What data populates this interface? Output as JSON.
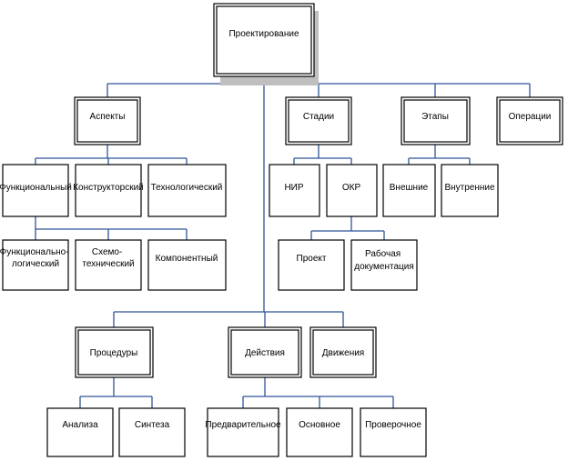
{
  "diagram": {
    "root": "Проектирование",
    "aspects": {
      "title": "Аспекты",
      "level1": [
        "Функциональный",
        "Конструкторский",
        "Технологический"
      ],
      "level2": [
        [
          "Функционально-",
          "логический"
        ],
        [
          "Схемо-",
          "технический"
        ],
        [
          "Компонентный"
        ]
      ]
    },
    "stages": {
      "title": "Стадии",
      "items": [
        "НИР",
        "ОКР"
      ],
      "okr_children": [
        [
          "Проект"
        ],
        [
          "Рабочая",
          "документация"
        ]
      ]
    },
    "phases": {
      "title": "Этапы",
      "items": [
        "Внешние",
        "Внутренние"
      ]
    },
    "operations": "Операции",
    "procedures": {
      "title": "Процедуры",
      "items": [
        "Анализа",
        "Синтеза"
      ]
    },
    "actions": {
      "title": "Действия",
      "items": [
        "Предварительное",
        "Основное",
        "Проверочное"
      ]
    },
    "movements": "Движения",
    "colors": {
      "connector": "#2f5597",
      "shadow": "#bfbfbf",
      "border": "#000000"
    }
  }
}
